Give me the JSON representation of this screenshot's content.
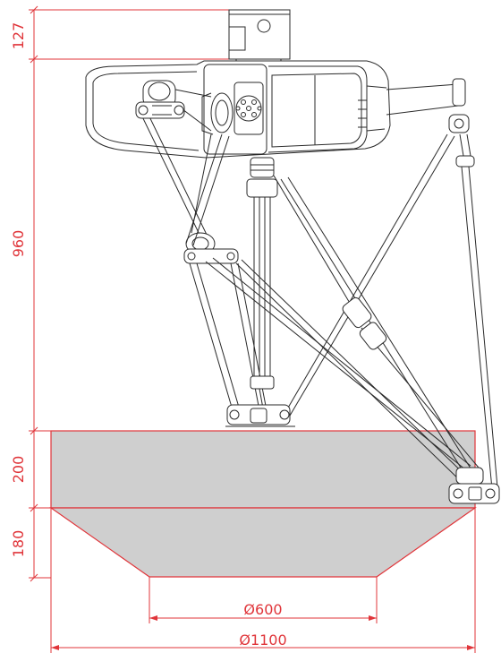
{
  "colors": {
    "dimension": "#e0353a",
    "outline": "#2a2a2a",
    "workspace_fill": "#cfcfcf",
    "background": "#ffffff"
  },
  "dimensions": {
    "mount_height": "127",
    "robot_height": "960",
    "workspace_cylinder_height": "200",
    "workspace_cone_height": "180",
    "cone_bottom_diameter": "Ø600",
    "workspace_diameter": "Ø1100"
  }
}
